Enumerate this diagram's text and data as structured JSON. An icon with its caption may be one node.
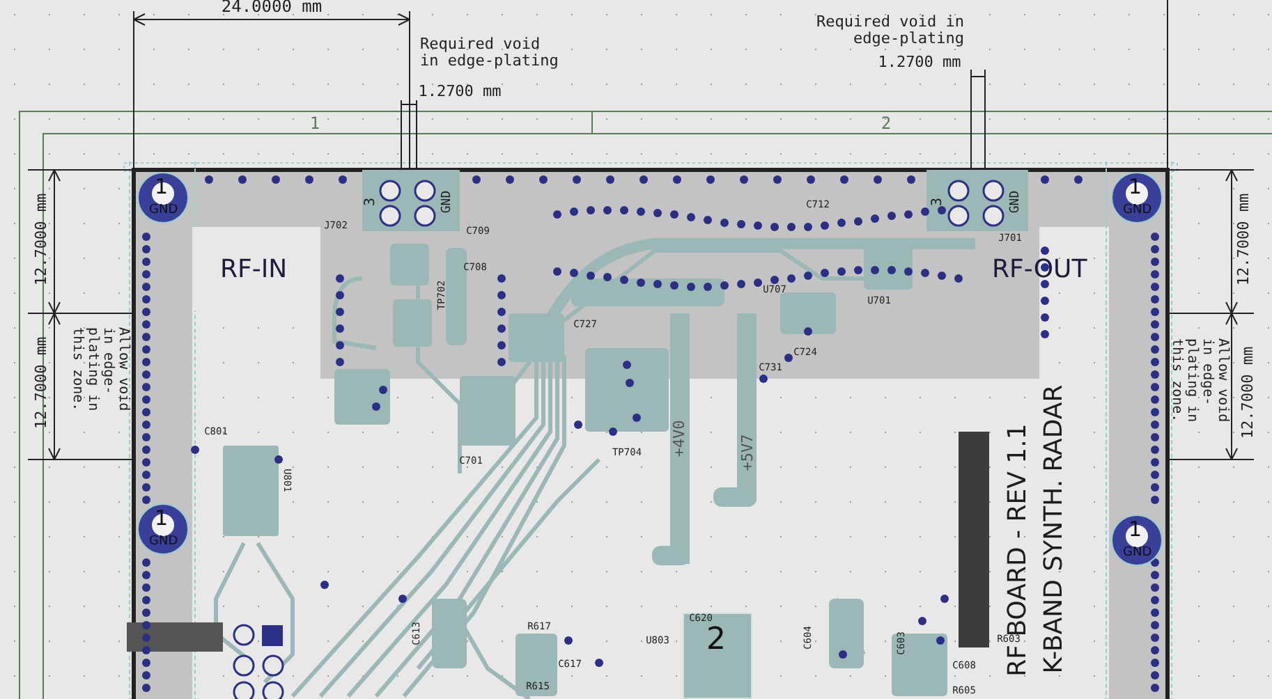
{
  "diagram": {
    "nodes": [
      {
        "text": [
          "1",
          "GND"
        ]
      },
      {
        "text": [
          "1",
          "GND"
        ]
      },
      {
        "text": [
          "RF-IN"
        ]
      },
      {
        "text": [
          "RF-OUT"
        ]
      },
      {
        "text": [
          "1",
          "GND"
        ]
      },
      {
        "text": [
          "1",
          "GND"
        ]
      },
      {
        "text": [
          "2"
        ]
      }
    ],
    "labels": [
      "24.0000 mm",
      "Required void in edge-plating",
      "Required void in edge-plating",
      "1.2700 mm",
      "1.2700 mm",
      "1",
      "2",
      "3",
      "GND",
      "3",
      "GND",
      "12.7000 mm",
      "12.7000 mm",
      "J702",
      "C709",
      "C708",
      "TP702",
      "C712",
      "J701",
      "C727",
      "U701",
      "U707",
      "12.7000 mm",
      "Allow void in edge-plating in this zone.",
      "Allow void in edge-plating in this zone.",
      "12.7000 mm",
      "C731",
      "C724",
      "C701",
      "C801",
      "U801",
      "TP704",
      "+4V0",
      "+5V7",
      "RF BOARD - REV 1.1",
      "K-BAND SYNTH. RADAR",
      "C613",
      "R617",
      "C620",
      "U803",
      "C617",
      "C604",
      "C603",
      "R603",
      "C608",
      "R615",
      "R605"
    ]
  }
}
